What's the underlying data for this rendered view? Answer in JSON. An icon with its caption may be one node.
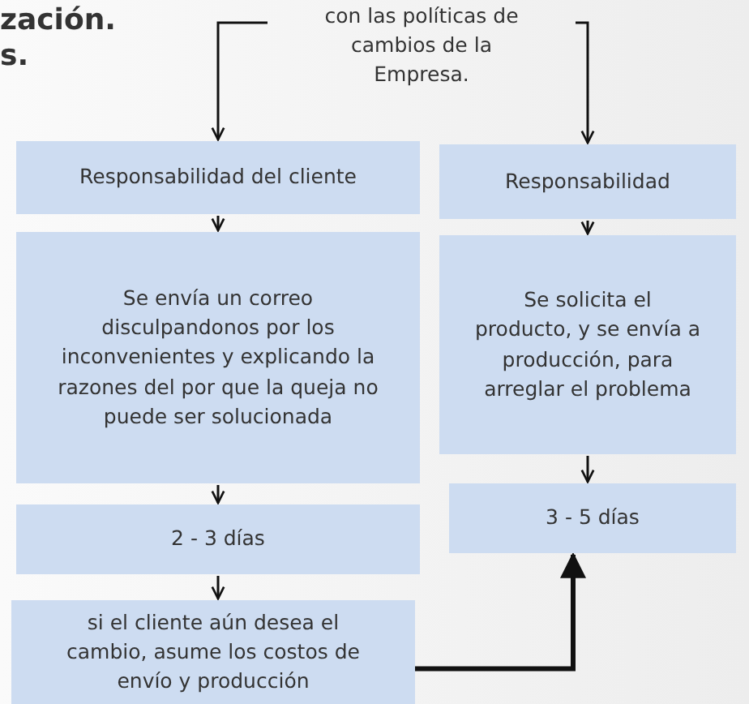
{
  "diagram": {
    "nodes": [
      {
        "text": [
          "con las políticas de cambios de la Empresa."
        ]
      },
      {
        "text": [
          "Responsabilidad del cliente"
        ]
      },
      {
        "text": [
          "Se envía un correo disculpandonos por los inconvenientes y explicando la razones del por que la queja no puede ser solucionada"
        ]
      },
      {
        "text": [
          "2 - 3 días"
        ]
      },
      {
        "text": [
          "si el cliente aún desea el cambio, asume los costos de envío y producción"
        ]
      },
      {
        "text": [
          "Responsabilidad"
        ]
      },
      {
        "text": [
          "Se solicita el producto, y se envía a producción, para arreglar el problema"
        ]
      },
      {
        "text": [
          "3 - 5 días"
        ]
      }
    ],
    "edges": [
      {
        "from": 0,
        "to": 1,
        "arrow": "to"
      },
      {
        "from": 0,
        "to": 5,
        "arrow": "to"
      },
      {
        "from": 1,
        "to": 2,
        "arrow": "to"
      },
      {
        "from": 2,
        "to": 3,
        "arrow": "to"
      },
      {
        "from": 3,
        "to": 4,
        "arrow": "to"
      },
      {
        "from": 5,
        "to": 6,
        "arrow": "to"
      },
      {
        "from": 6,
        "to": 7,
        "arrow": "to"
      },
      {
        "from": 4,
        "to": 7,
        "arrow": "to",
        "style": "thick"
      }
    ],
    "labels": [
      "zación.",
      "s."
    ]
  }
}
